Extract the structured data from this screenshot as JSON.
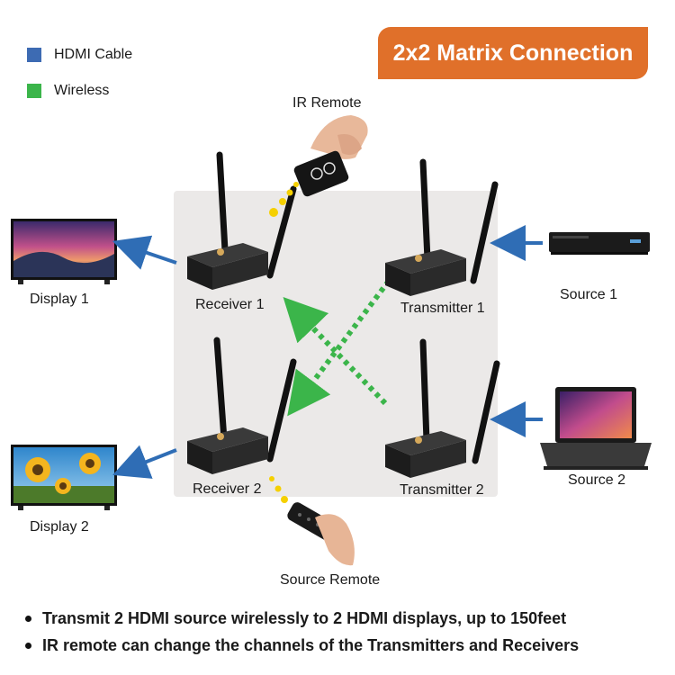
{
  "legend": {
    "items": [
      {
        "label": "HDMI Cable",
        "color": "#3d6bb3"
      },
      {
        "label": "Wireless",
        "color": "#3bb54a"
      }
    ]
  },
  "title": "2x2 Matrix Connection",
  "labels": {
    "ir_remote": "IR Remote",
    "display1": "Display 1",
    "display2": "Display 2",
    "receiver1": "Receiver 1",
    "receiver2": "Receiver 2",
    "transmitter1": "Transmitter 1",
    "transmitter2": "Transmitter 2",
    "source1": "Source 1",
    "source2": "Source 2",
    "source_remote": "Source Remote"
  },
  "bullets": [
    "Transmit 2 HDMI source wirelessly to 2 HDMI displays, up to 150feet",
    "IR remote can change the channels of the Transmitters and Receivers"
  ],
  "colors": {
    "accent": "#e0702a",
    "hdmi_arrow": "#2f6db5",
    "wireless_arrow": "#3bb54a",
    "ir_signal": "#f5d000"
  }
}
